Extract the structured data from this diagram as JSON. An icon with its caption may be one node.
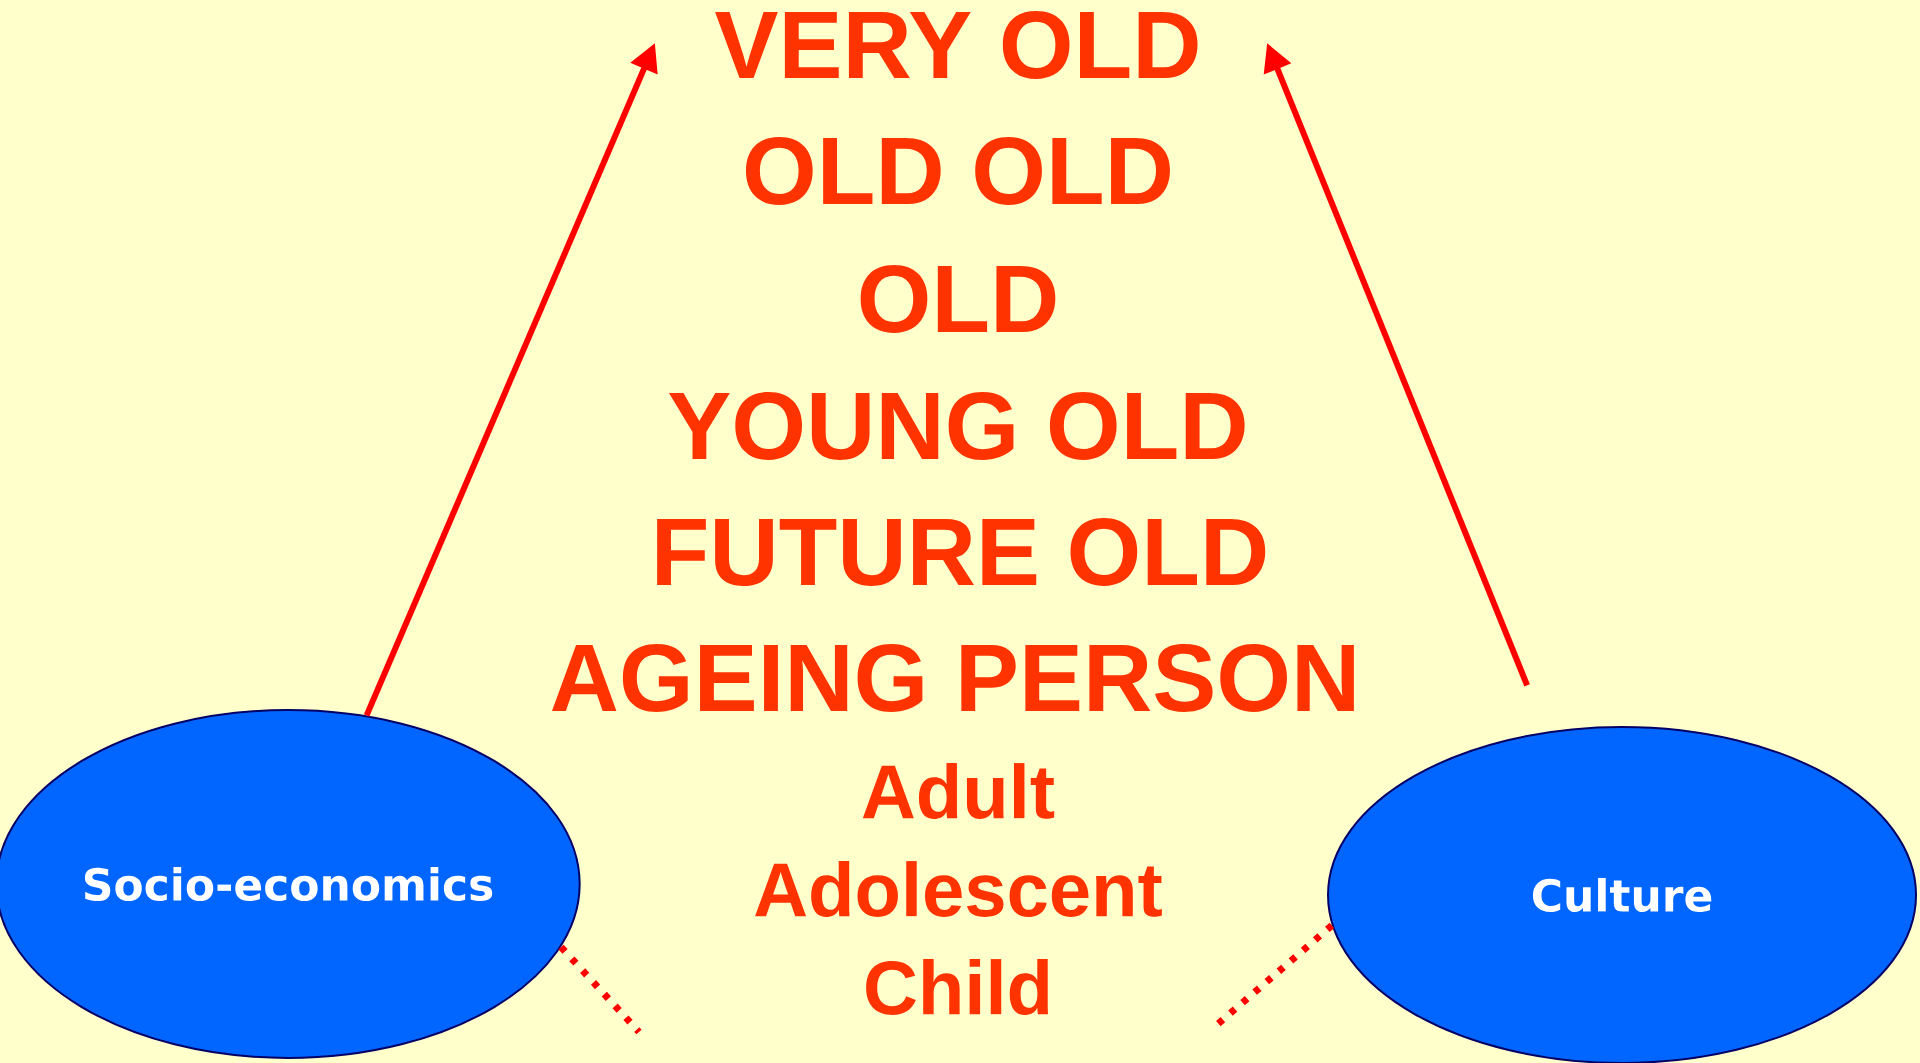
{
  "diagram": {
    "nodes": [
      {
        "text": [
          "Socio-economics"
        ]
      },
      {
        "text": [
          "Culture"
        ]
      }
    ],
    "edges": [
      {
        "from": 0,
        "to": null,
        "arrow": "to"
      },
      {
        "from": 1,
        "to": null,
        "arrow": "to"
      },
      {
        "from": 0,
        "to": null,
        "arrow": "none",
        "style": "dashed"
      },
      {
        "from": 1,
        "to": null,
        "arrow": "none",
        "style": "dashed"
      }
    ],
    "labels": [
      "VERY OLD",
      "OLD OLD",
      "OLD",
      "YOUNG OLD",
      "FUTURE OLD",
      "AGEING PERSON",
      "Adult",
      "Adolescent",
      "Child"
    ]
  }
}
